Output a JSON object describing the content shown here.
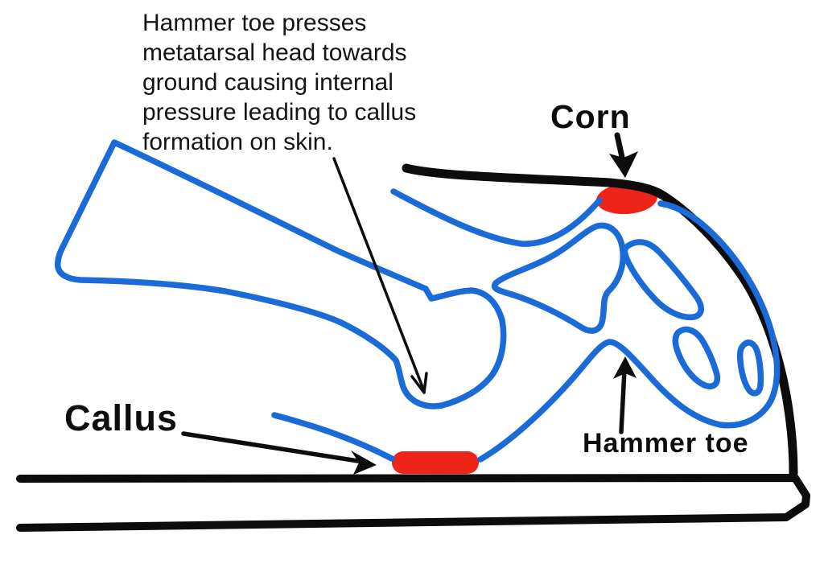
{
  "diagram": {
    "type": "medical-illustration",
    "subject": "Hammer toe causing corn and callus formation",
    "annotation": {
      "lines": [
        "Hammer toe presses",
        "metatarsal head towards",
        "ground causing internal",
        "pressure leading to callus",
        "formation on skin."
      ]
    },
    "labels": {
      "corn": "Corn",
      "callus": "Callus",
      "hammer_toe": "Hammer toe"
    },
    "colors": {
      "background": "#ffffff",
      "bone_outline_blue": "#1a6ad8",
      "skin_ground_black": "#0c0c0c",
      "lesion_red": "#ee2418",
      "text_black": "#0d0d0d"
    }
  }
}
